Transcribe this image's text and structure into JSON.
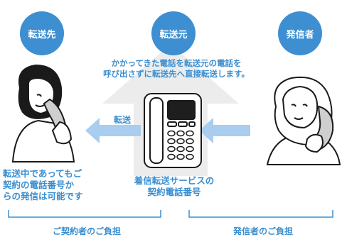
{
  "nodes": {
    "destination": "転送先",
    "source": "転送元",
    "caller": "発信者"
  },
  "description": {
    "line1": "かかってきた電話を転送元の電話を",
    "line2": "呼び出さずに転送先へ直接転送します。"
  },
  "transfer_label": "転送",
  "service_caption": {
    "line1": "着信転送サービスの",
    "line2": "契約電話番号"
  },
  "note": {
    "line1": "転送中であってもご",
    "line2": "契約の電話番号か",
    "line3": "らの発信は可能です"
  },
  "costs": {
    "left": "ご契約者のご負担",
    "right": "発信者のご負担"
  },
  "colors": {
    "accent": "#3d8fd1",
    "arrow_light": "#a9cdee",
    "big_arrow": "#ececec"
  }
}
